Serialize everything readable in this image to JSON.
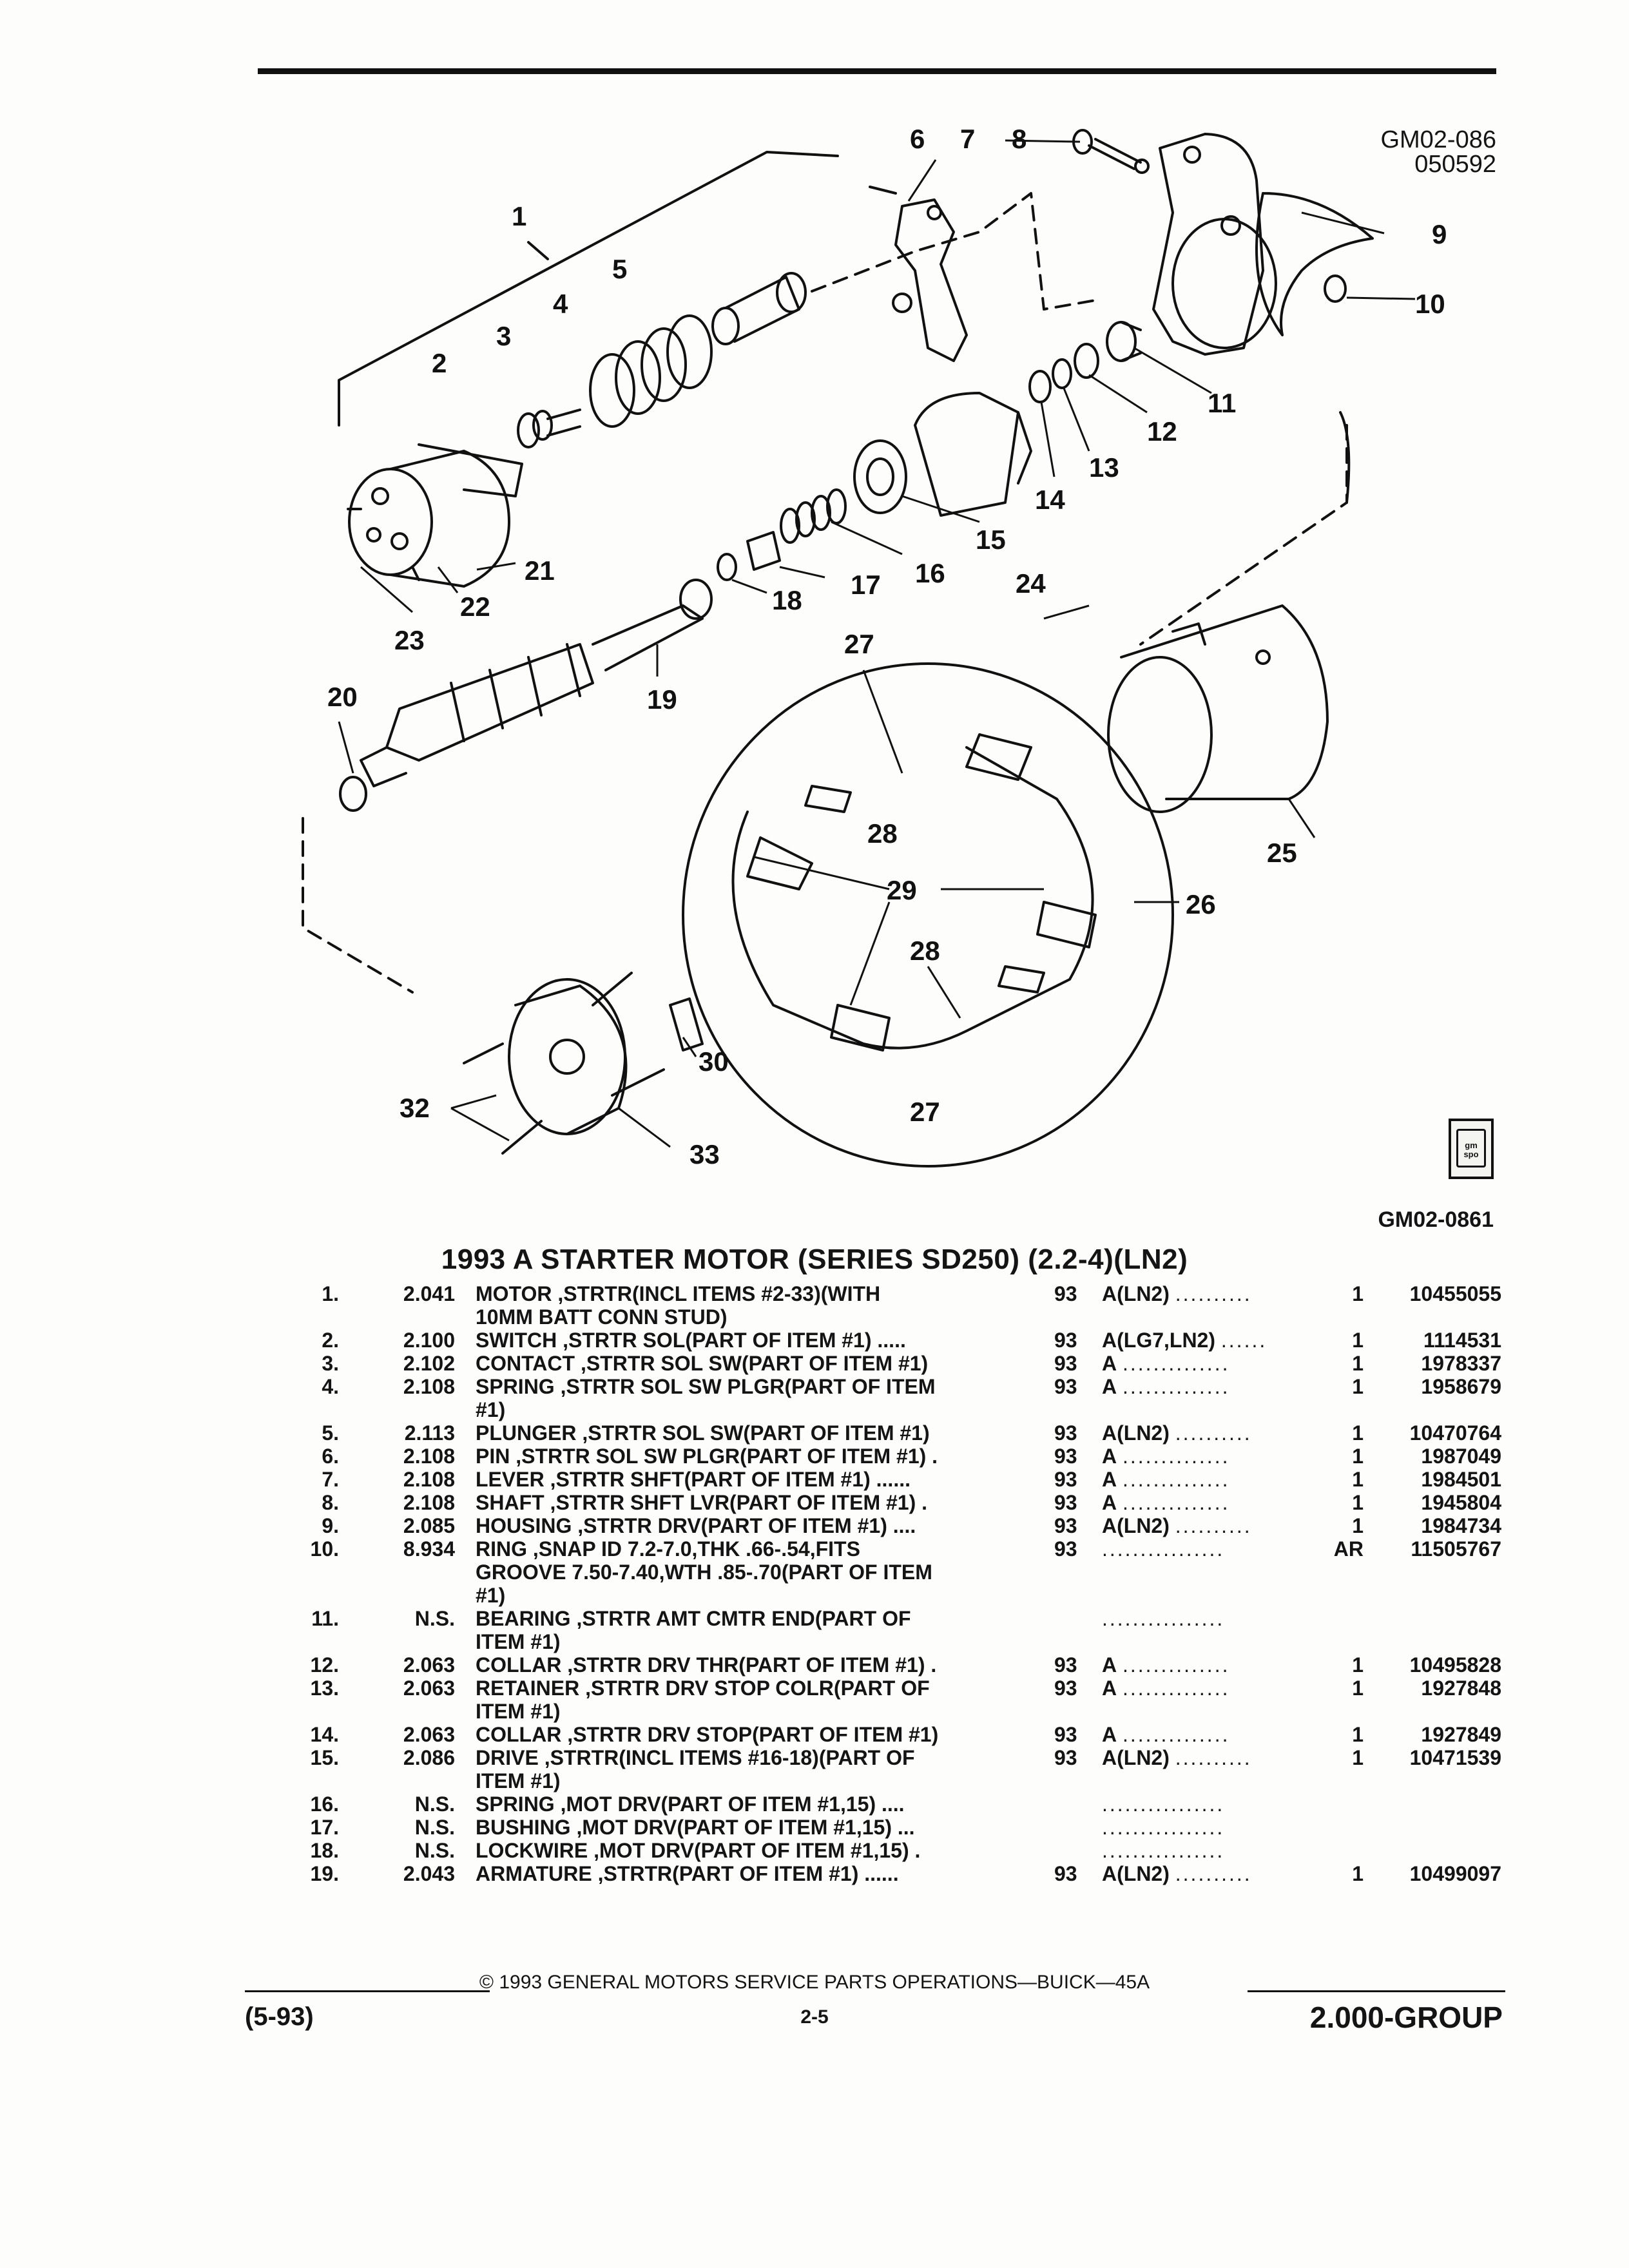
{
  "header": {
    "illustration_code": "GM02-086",
    "illustration_date": "050592"
  },
  "diagram": {
    "callouts": [
      "1",
      "2",
      "3",
      "4",
      "5",
      "6",
      "7",
      "8",
      "9",
      "10",
      "11",
      "12",
      "13",
      "14",
      "15",
      "16",
      "17",
      "18",
      "19",
      "20",
      "21",
      "22",
      "23",
      "24",
      "25",
      "26",
      "27",
      "28",
      "29",
      "28",
      "27",
      "30",
      "32",
      "33"
    ],
    "gmspo_logo_text": "gm spo"
  },
  "figure_code": "GM02-0861",
  "title": "1993 A STARTER MOTOR (SERIES SD250) (2.2-4)(LN2)",
  "parts": [
    {
      "num": "1.",
      "group": "2.041",
      "name": "MOTOR",
      "spec": ",STRTR(INCL ITEMS #2-33)(WITH",
      "cont": [
        "10MM BATT CONN STUD)"
      ],
      "year": "93",
      "model": "A(LN2)",
      "dots": "..........",
      "qty": "1",
      "pn": "10455055"
    },
    {
      "num": "2.",
      "group": "2.100",
      "name": "SWITCH",
      "spec": ",STRTR SOL(PART OF ITEM #1) .....",
      "cont": [],
      "year": "93",
      "model": "A(LG7,LN2)",
      "dots": "......",
      "qty": "1",
      "pn": "1114531"
    },
    {
      "num": "3.",
      "group": "2.102",
      "name": "CONTACT",
      "spec": ",STRTR SOL SW(PART OF ITEM #1)",
      "cont": [],
      "year": "93",
      "model": "A",
      "dots": "..............",
      "qty": "1",
      "pn": "1978337"
    },
    {
      "num": "4.",
      "group": "2.108",
      "name": "SPRING",
      "spec": ",STRTR SOL SW PLGR(PART OF ITEM",
      "cont": [
        "#1)"
      ],
      "year": "93",
      "model": "A",
      "dots": "..............",
      "qty": "1",
      "pn": "1958679"
    },
    {
      "num": "5.",
      "group": "2.113",
      "name": "PLUNGER",
      "spec": ",STRTR SOL SW(PART OF ITEM #1)",
      "cont": [],
      "year": "93",
      "model": "A(LN2)",
      "dots": "..........",
      "qty": "1",
      "pn": "10470764"
    },
    {
      "num": "6.",
      "group": "2.108",
      "name": "PIN",
      "spec": ",STRTR SOL SW PLGR(PART OF ITEM #1) .",
      "cont": [],
      "year": "93",
      "model": "A",
      "dots": "..............",
      "qty": "1",
      "pn": "1987049"
    },
    {
      "num": "7.",
      "group": "2.108",
      "name": "LEVER",
      "spec": ",STRTR SHFT(PART OF ITEM #1) ......",
      "cont": [],
      "year": "93",
      "model": "A",
      "dots": "..............",
      "qty": "1",
      "pn": "1984501"
    },
    {
      "num": "8.",
      "group": "2.108",
      "name": "SHAFT",
      "spec": ",STRTR SHFT LVR(PART OF ITEM #1) .",
      "cont": [],
      "year": "93",
      "model": "A",
      "dots": "..............",
      "qty": "1",
      "pn": "1945804"
    },
    {
      "num": "9.",
      "group": "2.085",
      "name": "HOUSING",
      "spec": ",STRTR DRV(PART OF ITEM #1) ....",
      "cont": [],
      "year": "93",
      "model": "A(LN2)",
      "dots": "..........",
      "qty": "1",
      "pn": "1984734"
    },
    {
      "num": "10.",
      "group": "8.934",
      "name": "RING",
      "spec": ",SNAP ID 7.2-7.0,THK .66-.54,FITS",
      "cont": [
        "GROOVE 7.50-7.40,WTH .85-.70(PART OF ITEM",
        "#1)"
      ],
      "year": "93",
      "model": "",
      "dots": "................",
      "qty": "AR",
      "pn": "11505767"
    },
    {
      "num": "11.",
      "group": "N.S.",
      "name": "BEARING",
      "spec": ",STRTR AMT CMTR END(PART OF",
      "cont": [
        "ITEM #1)"
      ],
      "year": "",
      "model": "",
      "dots": "................",
      "qty": "",
      "pn": ""
    },
    {
      "num": "12.",
      "group": "2.063",
      "name": "COLLAR",
      "spec": ",STRTR DRV THR(PART OF ITEM #1) .",
      "cont": [],
      "year": "93",
      "model": "A",
      "dots": "..............",
      "qty": "1",
      "pn": "10495828"
    },
    {
      "num": "13.",
      "group": "2.063",
      "name": "RETAINER",
      "spec": ",STRTR DRV STOP COLR(PART OF",
      "cont": [
        "ITEM #1)"
      ],
      "year": "93",
      "model": "A",
      "dots": "..............",
      "qty": "1",
      "pn": "1927848"
    },
    {
      "num": "14.",
      "group": "2.063",
      "name": "COLLAR",
      "spec": ",STRTR DRV STOP(PART OF ITEM #1)",
      "cont": [],
      "year": "93",
      "model": "A",
      "dots": "..............",
      "qty": "1",
      "pn": "1927849"
    },
    {
      "num": "15.",
      "group": "2.086",
      "name": "DRIVE",
      "spec": ",STRTR(INCL ITEMS #16-18)(PART OF",
      "cont": [
        "ITEM #1)"
      ],
      "year": "93",
      "model": "A(LN2)",
      "dots": "..........",
      "qty": "1",
      "pn": "10471539"
    },
    {
      "num": "16.",
      "group": "N.S.",
      "name": "SPRING",
      "spec": ",MOT DRV(PART OF ITEM #1,15) ....",
      "cont": [],
      "year": "",
      "model": "",
      "dots": "................",
      "qty": "",
      "pn": ""
    },
    {
      "num": "17.",
      "group": "N.S.",
      "name": "BUSHING",
      "spec": ",MOT DRV(PART OF ITEM #1,15) ...",
      "cont": [],
      "year": "",
      "model": "",
      "dots": "................",
      "qty": "",
      "pn": ""
    },
    {
      "num": "18.",
      "group": "N.S.",
      "name": "LOCKWIRE",
      "spec": ",MOT DRV(PART OF ITEM #1,15) .",
      "cont": [],
      "year": "",
      "model": "",
      "dots": "................",
      "qty": "",
      "pn": ""
    },
    {
      "num": "19.",
      "group": "2.043",
      "name": "ARMATURE",
      "spec": ",STRTR(PART OF ITEM #1) ......",
      "cont": [],
      "year": "93",
      "model": "A(LN2)",
      "dots": "..........",
      "qty": "1",
      "pn": "10499097"
    }
  ],
  "footer": {
    "copyright": "© 1993 GENERAL MOTORS SERVICE PARTS OPERATIONS—BUICK—45A",
    "date": "(5-93)",
    "page": "2-5",
    "group": "2.000-GROUP"
  }
}
